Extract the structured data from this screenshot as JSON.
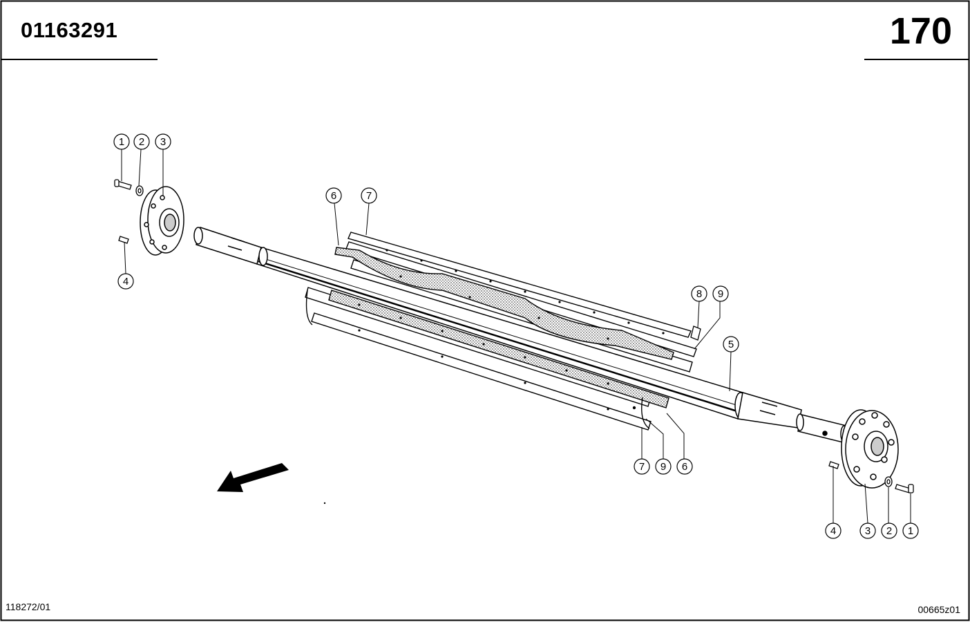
{
  "header": {
    "part_number": "01163291",
    "page_number": "170"
  },
  "footer": {
    "drawing_ref": "118272/01",
    "image_ref": "00665z01"
  },
  "callouts": [
    {
      "id": "callout-1-left",
      "label": "1"
    },
    {
      "id": "callout-2-left",
      "label": "2"
    },
    {
      "id": "callout-3-left",
      "label": "3"
    },
    {
      "id": "callout-4-left",
      "label": "4"
    },
    {
      "id": "callout-6-top",
      "label": "6"
    },
    {
      "id": "callout-7-top",
      "label": "7"
    },
    {
      "id": "callout-8",
      "label": "8"
    },
    {
      "id": "callout-9-top",
      "label": "9"
    },
    {
      "id": "callout-5",
      "label": "5"
    },
    {
      "id": "callout-7-bottom",
      "label": "7"
    },
    {
      "id": "callout-9-bottom",
      "label": "9"
    },
    {
      "id": "callout-6-bottom",
      "label": "6"
    },
    {
      "id": "callout-4-right",
      "label": "4"
    },
    {
      "id": "callout-3-right",
      "label": "3"
    },
    {
      "id": "callout-2-right",
      "label": "2"
    },
    {
      "id": "callout-1-right",
      "label": "1"
    }
  ]
}
